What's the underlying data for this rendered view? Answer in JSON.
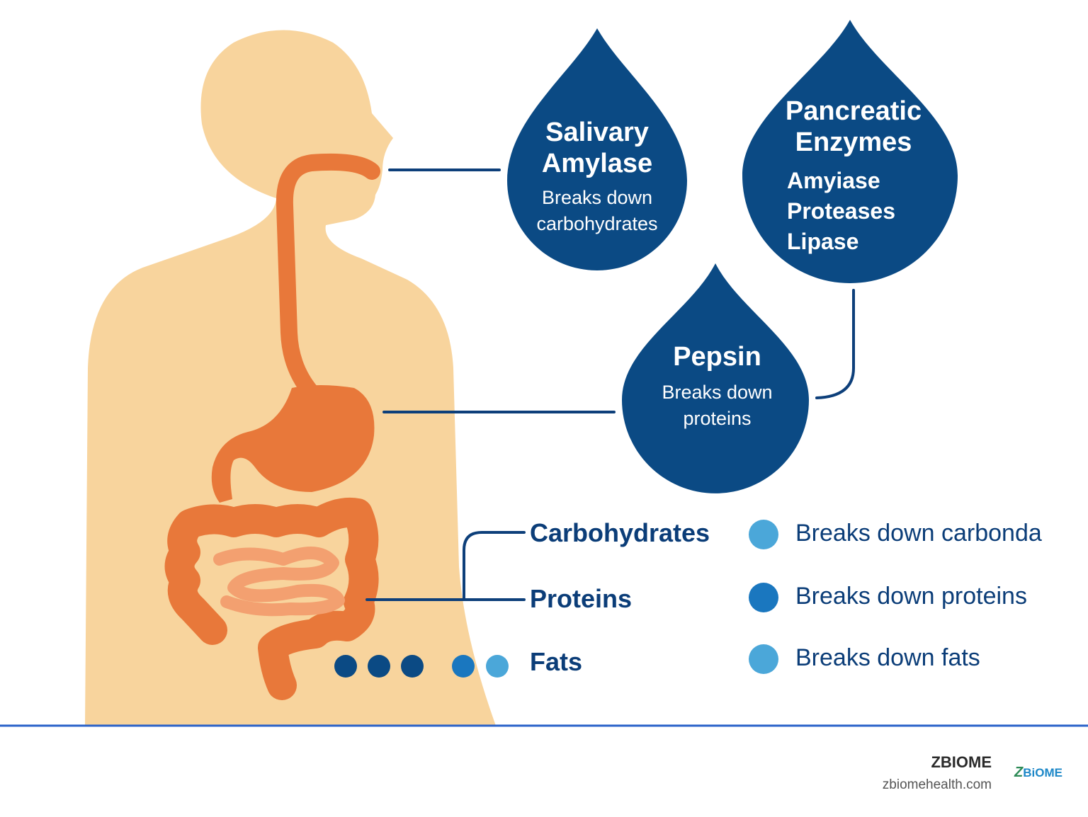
{
  "colors": {
    "skin": "#f8d49d",
    "organ": "#e8783a",
    "intestine_inner": "#f3a070",
    "drop": "#0b4a84",
    "line": "#0d3f7a",
    "dot_dark": "#0b4a84",
    "dot_mid": "#1a77bf",
    "dot_light": "#4ba7d9",
    "footer_rule": "#2a62c9"
  },
  "enzymes": {
    "salivary": {
      "title_line1": "Salivary",
      "title_line2": "Amylase",
      "desc_line1": "Breaks down",
      "desc_line2": "carbohydrates"
    },
    "pancreatic": {
      "title_line1": "Pancreatic",
      "title_line2": "Enzymes",
      "items": [
        "Amyiase",
        "Proteases",
        "Lipase"
      ]
    },
    "pepsin": {
      "title": "Pepsin",
      "desc_line1": "Breaks down",
      "desc_line2": "proteins"
    }
  },
  "macros": [
    {
      "label": "Carbohydrates",
      "desc": "Breaks down carbonda",
      "icon": "dot-icon"
    },
    {
      "label": "Proteins",
      "desc": "Breaks down proteins",
      "icon": "dot-icon"
    },
    {
      "label": "Fats",
      "desc": "Breaks down fats",
      "icon": "dot-icon"
    }
  ],
  "footer": {
    "brand": "ZBIOME",
    "url": "zbiomehealth.com",
    "logo_z": "Z",
    "logo_rest": "BiOME"
  }
}
